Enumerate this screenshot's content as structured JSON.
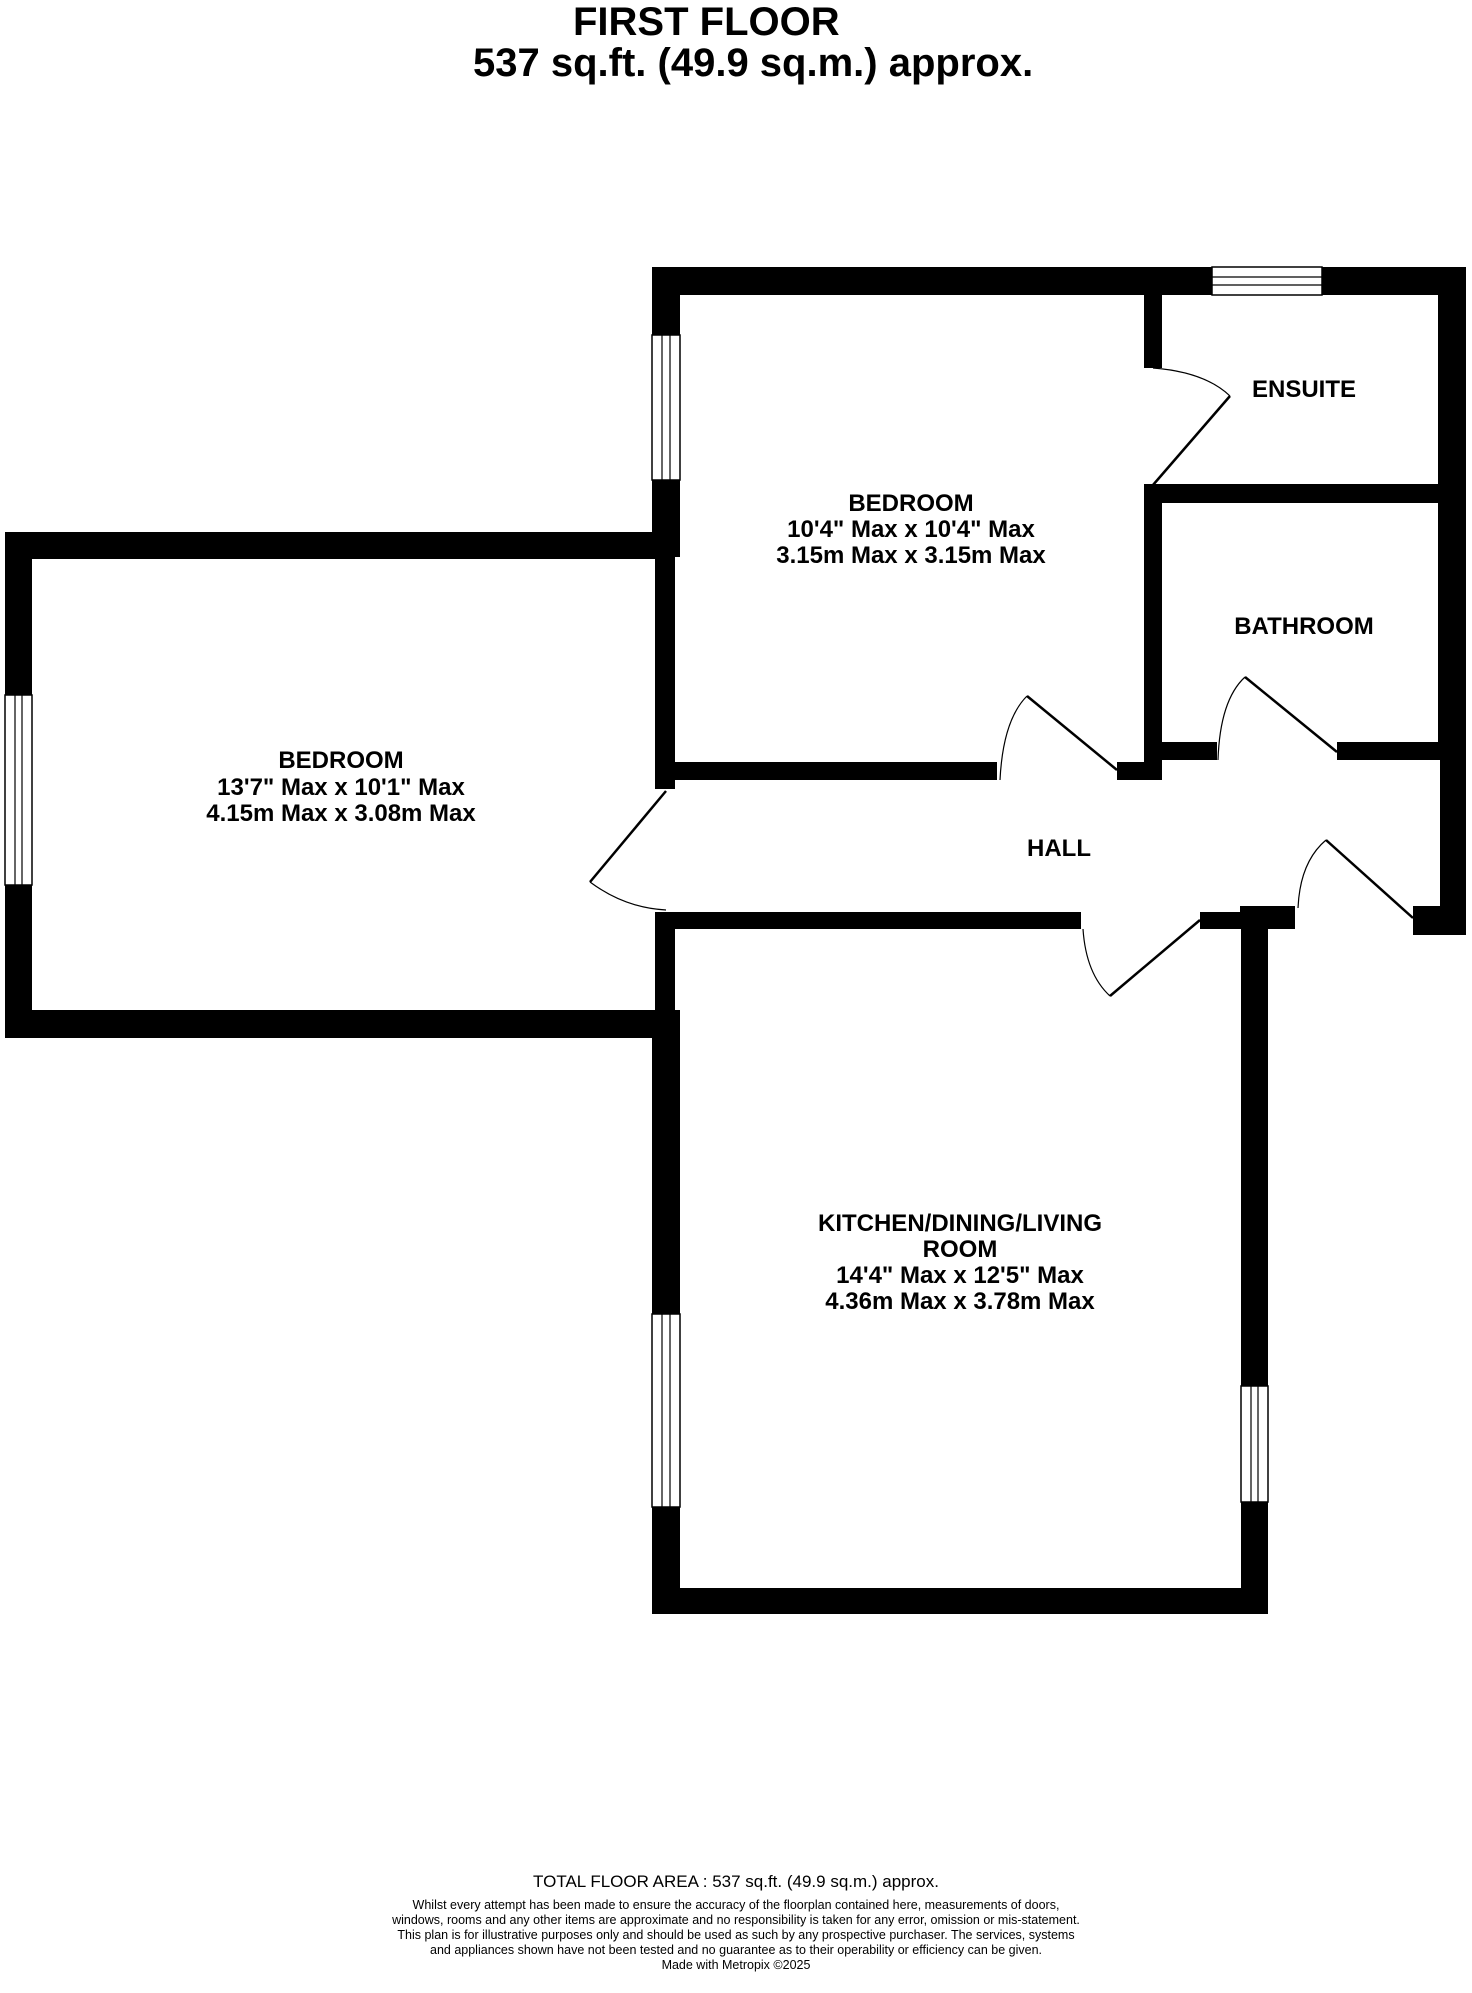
{
  "floor": {
    "name": "FIRST FLOOR",
    "area": "537 sq.ft. (49.9 sq.m.) approx."
  },
  "rooms": {
    "bedroom_1": {
      "name": "BEDROOM",
      "imperial": "10'4\" Max x 10'4\" Max",
      "metric": "3.15m Max x 3.15m Max"
    },
    "bedroom_2": {
      "name": "BEDROOM",
      "imperial": "13'7\" Max x 10'1\" Max",
      "metric": "4.15m Max x 3.08m Max"
    },
    "ensuite": {
      "name": "ENSUITE"
    },
    "bathroom": {
      "name": "BATHROOM"
    },
    "hall": {
      "name": "HALL"
    },
    "kitchen": {
      "name_line1": "KITCHEN/DINING/LIVING",
      "name_line2": "ROOM",
      "imperial": "14'4\" Max x 12'5\" Max",
      "metric": "4.36m Max x 3.78m Max"
    }
  },
  "footer": {
    "total": "TOTAL FLOOR AREA : 537 sq.ft. (49.9 sq.m.) approx.",
    "disclaimer": "Whilst every attempt has been made to ensure the accuracy of the floorplan contained here, measurements of doors, windows, rooms and any other items are approximate and no responsibility is taken for any error, omission or mis-statement. This plan is for illustrative purposes only and should be used as such by any prospective purchaser. The services, systems and appliances shown have not been tested and no guarantee as to their operability or efficiency can be given.",
    "credit": "Made with Metropix ©2025"
  }
}
